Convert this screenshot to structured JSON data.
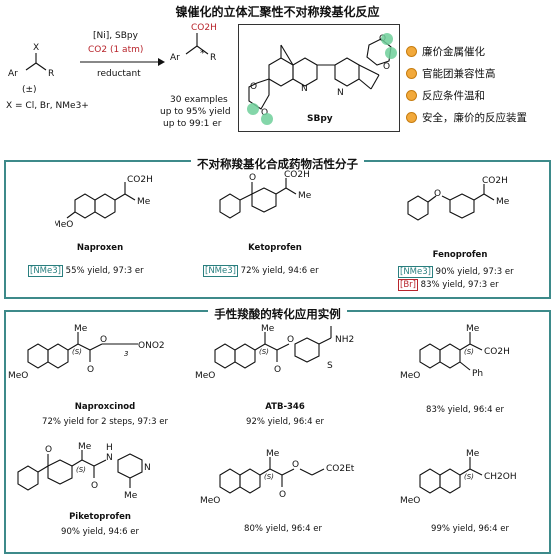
{
  "header": {
    "title": "镍催化的立体汇聚性不对称羧基化反应"
  },
  "reaction": {
    "substrate_x": "X",
    "substrate_ar": "Ar",
    "substrate_r": "R",
    "racemic": "(±)",
    "x_options": "X = Cl, Br, NMe3+",
    "conditions_line1": "[Ni], SBpy",
    "conditions_line2": "CO2 (1 atm)",
    "conditions_line3": "reductant",
    "product_group": "CO2H",
    "product_ar": "Ar",
    "product_r": "R",
    "product_star": "*",
    "stats_1": "30 examples",
    "stats_2": "up to 95% yield",
    "stats_3": "up to 99:1 er"
  },
  "ligand": {
    "name": "SBpy",
    "n1": "N",
    "n2": "N"
  },
  "features": [
    "廉价金属催化",
    "官能团兼容性高",
    "反应条件温和",
    "安全，廉价的反应装置"
  ],
  "section1": {
    "title": "不对称羧基化合成药物活性分子",
    "drugs": [
      {
        "name": "Naproxen",
        "tag": "[NMe3]",
        "result": "55% yield, 97:3 er",
        "ome": "MeO",
        "cooh": "CO2H",
        "me": "Me"
      },
      {
        "name": "Ketoprofen",
        "tag": "[NMe3]",
        "result": "72% yield, 94:6 er",
        "ketone_o": "O",
        "cooh": "CO2H",
        "me": "Me"
      },
      {
        "name": "Fenoprofen",
        "tag1": "[NMe3]",
        "result1": "90% yield, 97:3 er",
        "tag2": "[Br]",
        "result2": "83% yield, 97:3 er",
        "ether_o": "O",
        "cooh": "CO2H",
        "me": "Me"
      }
    ]
  },
  "section2": {
    "title": "手性羧酸的转化应用实例",
    "items": [
      {
        "name": "Naproxcinod",
        "result": "72% yield for 2 steps, 97:3 er",
        "labels": [
          "MeO",
          "Me",
          "(S)",
          "O",
          "O",
          "3",
          "ONO2"
        ]
      },
      {
        "name": "ATB-346",
        "result": "92% yield, 96:4 er",
        "labels": [
          "MeO",
          "Me",
          "(S)",
          "O",
          "O",
          "NH2",
          "S"
        ]
      },
      {
        "name": "",
        "result": "83% yield, 96:4 er",
        "labels": [
          "MeO",
          "Me",
          "(S)",
          "CO2H",
          "Ph"
        ]
      },
      {
        "name": "Piketoprofen",
        "result": "90% yield, 94:6 er",
        "labels": [
          "O",
          "Me",
          "(S)",
          "O",
          "N",
          "H",
          "N",
          "Me"
        ]
      },
      {
        "name": "",
        "result": "80% yield, 96:4 er",
        "labels": [
          "MeO",
          "Me",
          "(S)",
          "O",
          "O",
          "CO2Et"
        ]
      },
      {
        "name": "",
        "result": "99% yield, 96:4 er",
        "labels": [
          "MeO",
          "Me",
          "(S)",
          "CH2OH"
        ]
      }
    ]
  },
  "colors": {
    "accent": "#3d8a8a",
    "red": "#b8252c",
    "bullet": "#f2a93b",
    "ligand_dot": "#6fcf9a"
  }
}
